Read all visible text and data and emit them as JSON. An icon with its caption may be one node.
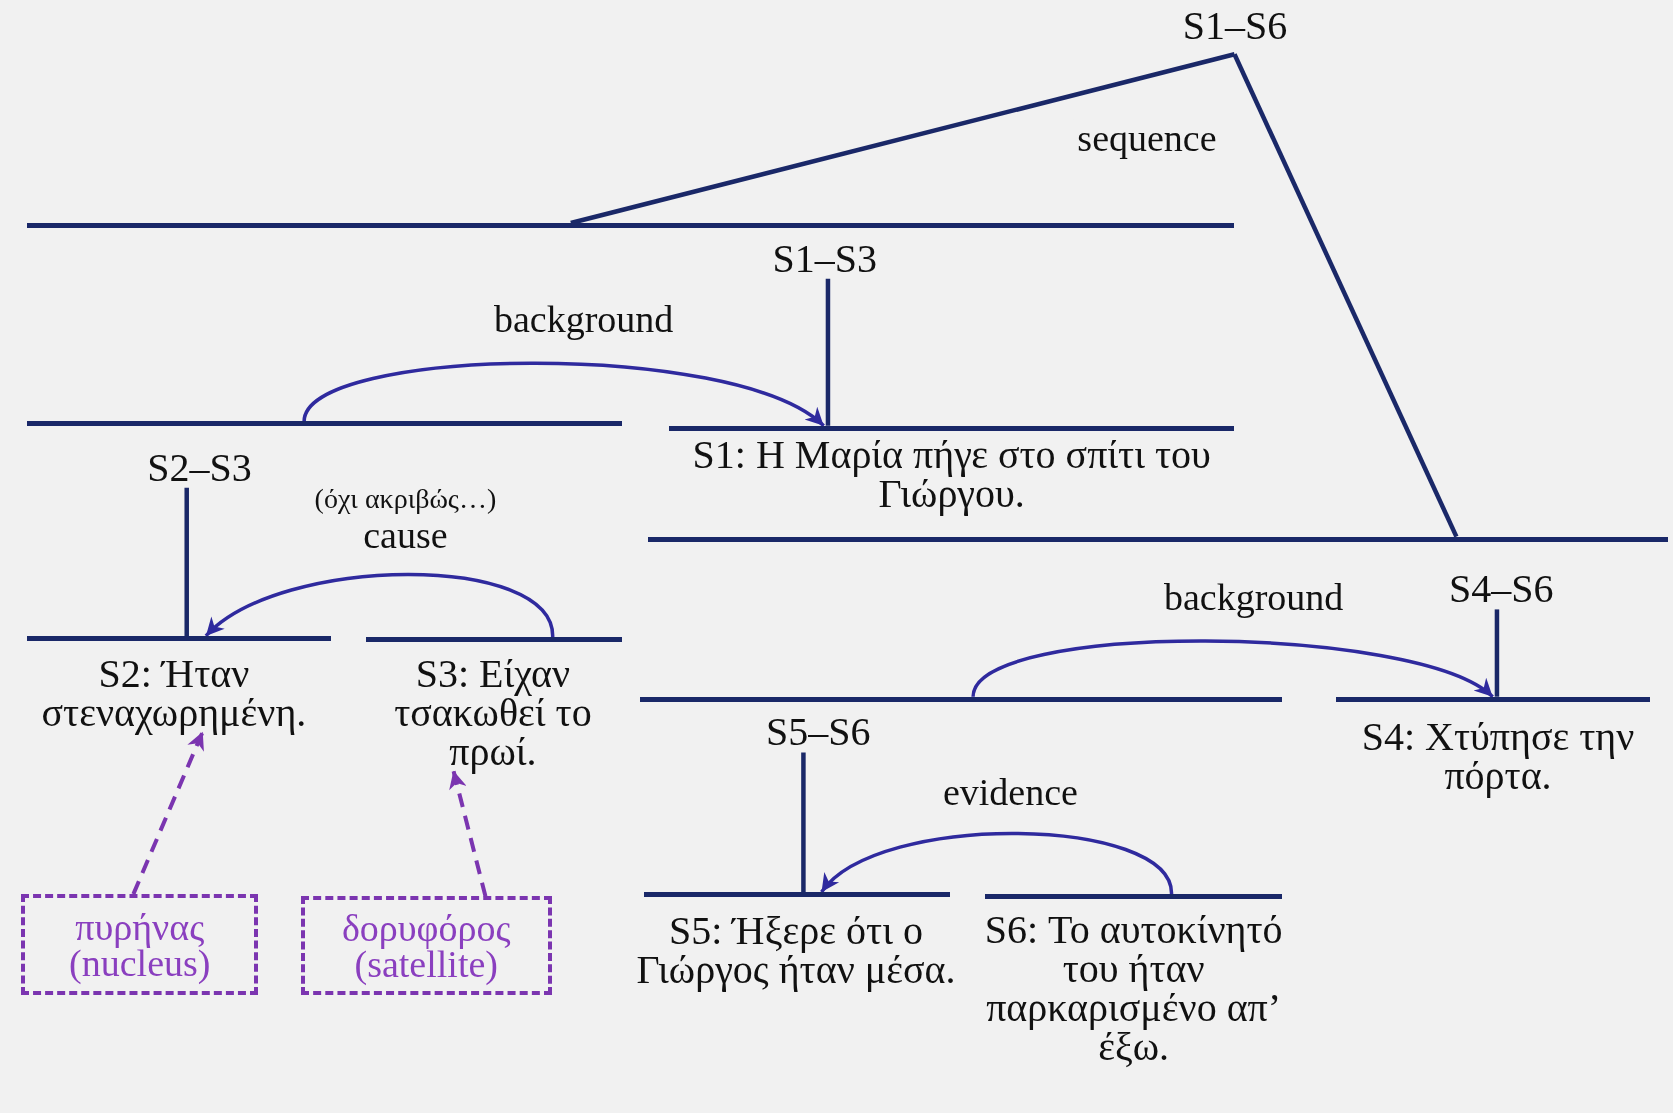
{
  "diagram": {
    "nodes": [
      {
        "text": [
          "S1–S6"
        ]
      },
      {
        "text": [
          "S1–S3"
        ]
      },
      {
        "text": [
          "S2–S3"
        ]
      },
      {
        "text": [
          "S1: Η Μαρία πήγε στο σπίτι του Γιώργου."
        ]
      },
      {
        "text": [
          "S2: Ήταν στεναχωρημένη."
        ]
      },
      {
        "text": [
          "S3: Είχαν τσακωθεί το πρωί."
        ]
      },
      {
        "text": [
          "S4–S6"
        ]
      },
      {
        "text": [
          "S5–S6"
        ]
      },
      {
        "text": [
          "S4: Χτύπησε την πόρτα."
        ]
      },
      {
        "text": [
          "S5: Ήξερε ότι ο Γιώργος ήταν μέσα."
        ]
      },
      {
        "text": [
          "S6: Το αυτοκίνητό του ήταν παρκαρισμένο απ’ έξω."
        ]
      },
      {
        "text": [
          "πυρήνας (nucleus)"
        ]
      },
      {
        "text": [
          "δορυφόρος (satellite)"
        ]
      }
    ],
    "edges": [
      {
        "from": 0,
        "to": 1,
        "arrow": "none"
      },
      {
        "from": 0,
        "to": 6,
        "arrow": "none"
      },
      {
        "from": 1,
        "to": 3,
        "arrow": "none"
      },
      {
        "from": 2,
        "to": 3,
        "arrow": "to",
        "label": "background",
        "color": "#2f2a9e"
      },
      {
        "from": 2,
        "to": 4,
        "arrow": "none"
      },
      {
        "from": 5,
        "to": 4,
        "arrow": "to",
        "label": "cause",
        "color": "#2f2a9e"
      },
      {
        "from": 6,
        "to": 8,
        "arrow": "none"
      },
      {
        "from": 7,
        "to": 8,
        "arrow": "to",
        "label": "background",
        "color": "#2f2a9e"
      },
      {
        "from": 7,
        "to": 9,
        "arrow": "none"
      },
      {
        "from": 10,
        "to": 9,
        "arrow": "to",
        "label": "evidence",
        "color": "#2f2a9e"
      },
      {
        "from": 11,
        "to": 4,
        "arrow": "to",
        "style": "dashed",
        "color": "#7b35b0"
      },
      {
        "from": 12,
        "to": 5,
        "arrow": "to",
        "style": "dashed",
        "color": "#7b35b0"
      }
    ],
    "labels": [
      "sequence",
      "(όχι ακριβώς…)"
    ]
  }
}
